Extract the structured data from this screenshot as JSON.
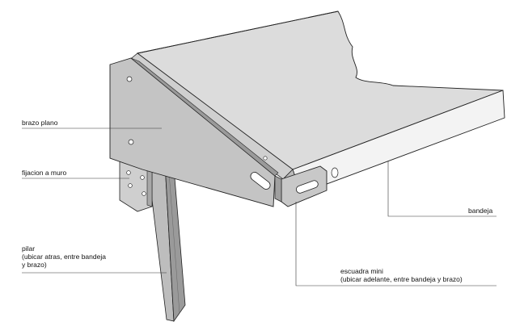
{
  "labels": {
    "brazo_plano": "brazo plano",
    "fijacion_muro": "fijacion a muro",
    "pilar": "pilar\n(ubicar atras, entre bandeja\ny brazo)",
    "bandeja": "bandeja",
    "escuadra_mini": "escuadra mini\n(ubicar adelante, entre bandeja y brazo)"
  },
  "colors": {
    "tray_top": "#dcdcdc",
    "tray_front": "#f2f2f2",
    "bracket": "#c4c4c4",
    "bracket_dark": "#9a9a9a",
    "leader": "#333333"
  }
}
